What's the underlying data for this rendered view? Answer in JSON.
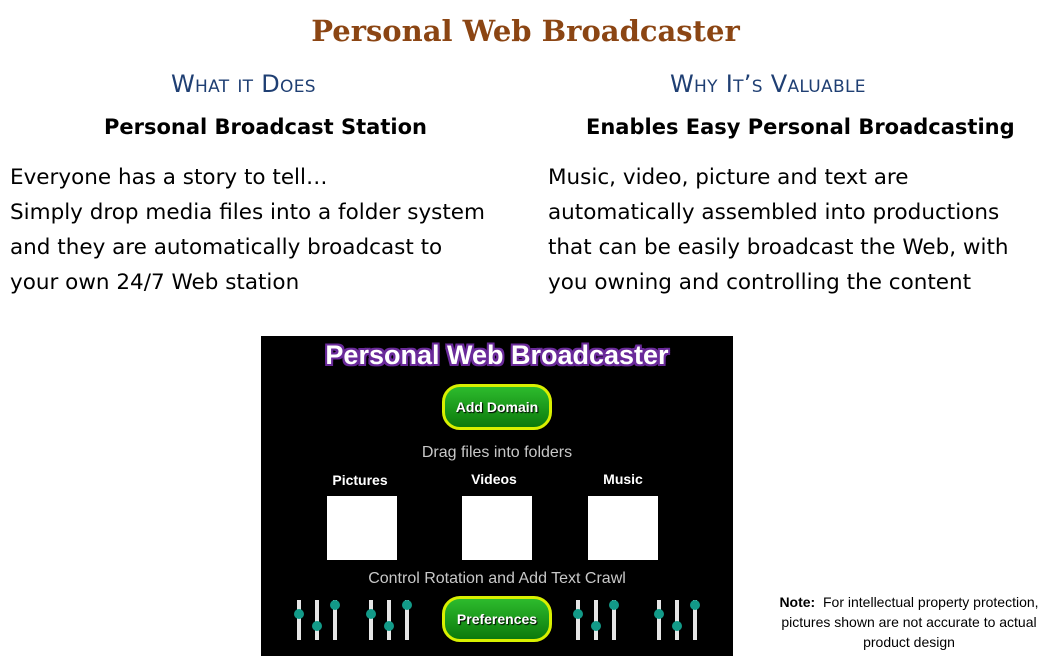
{
  "title": "Personal Web Broadcaster",
  "left": {
    "heading": "What it Does",
    "subheading": "Personal Broadcast Station",
    "lines": [
      "Everyone has a story to tell…",
      "Simply drop media files into a folder system",
      "and they are automatically broadcast to",
      "your own 24/7 Web station"
    ]
  },
  "right": {
    "heading": "Why It’s Valuable",
    "subheading": "Enables Easy Personal Broadcasting",
    "lines": [
      "Music, video, picture and text are",
      "automatically assembled into productions",
      "that can be easily broadcast the Web, with",
      "you owning and controlling the content"
    ]
  },
  "app": {
    "title": "Personal Web Broadcaster",
    "add_domain_label": "Add Domain",
    "drag_caption": "Drag files into folders",
    "folders": [
      "Pictures",
      "Videos",
      "Music"
    ],
    "control_caption": "Control Rotation and Add Text Crawl",
    "preferences_label": "Preferences",
    "slider_groups": [
      [
        0.3,
        0.7,
        0.0
      ],
      [
        0.3,
        0.7,
        0.0
      ],
      [
        0.3,
        0.7,
        0.0
      ],
      [
        0.3,
        0.7,
        0.0
      ]
    ],
    "colors": {
      "accent": "#129a88",
      "button_green": "#1a9a1a",
      "button_border": "#d8f000",
      "title_outline": "#6a2a9a"
    }
  },
  "note": {
    "label": "Note:",
    "text": "For intellectual property protection, pictures shown are not accurate to actual product design"
  },
  "colors": {
    "title": "#8B4513",
    "heading": "#1F3F73"
  }
}
